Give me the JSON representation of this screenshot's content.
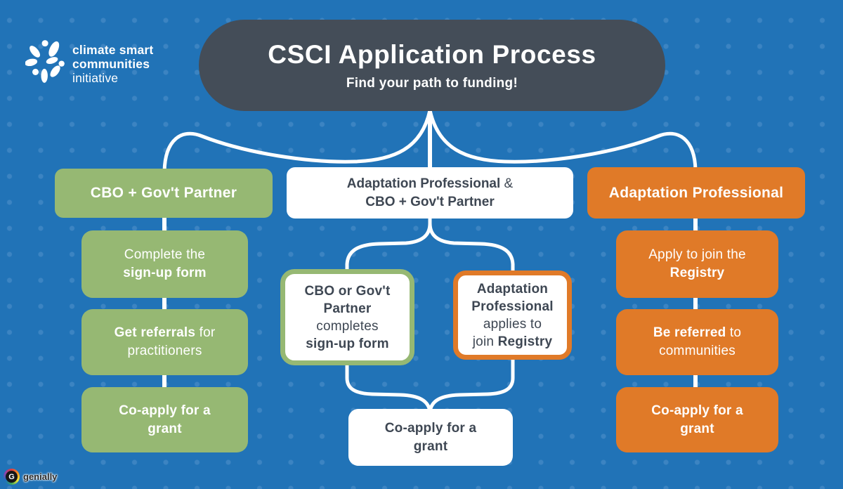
{
  "colors": {
    "background": "#2173b7",
    "dot": "#3c84c2",
    "title_bg": "#444d58",
    "green": "#96b873",
    "orange": "#e07a28",
    "white": "#ffffff",
    "dark_text": "#3e4753",
    "line": "#ffffff"
  },
  "logo": {
    "line1": "climate smart",
    "line2": "communities",
    "line3": "initiative"
  },
  "title_banner": {
    "title": "CSCI Application Process",
    "subtitle": "Find your path to funding!"
  },
  "left_column": {
    "header": "CBO + Gov't Partner",
    "step1": {
      "line1": "Complete the",
      "line2": "sign-up form"
    },
    "step2": {
      "line1_bold": "Get referrals",
      "line1_rest": " for",
      "line2": "practitioners"
    },
    "step3": {
      "line1": "Co-apply for a",
      "line2": "grant"
    }
  },
  "middle_column": {
    "header": {
      "line1": "Adaptation Professional",
      "line1_amp": " &",
      "line2": "CBO + Gov't Partner"
    },
    "green_branch": {
      "line1": "CBO or Gov't",
      "line2": "Partner",
      "line3": "completes",
      "line4": "sign-up form"
    },
    "orange_branch": {
      "line1": "Adaptation",
      "line2": "Professional",
      "line3": "applies to",
      "line4": "join ",
      "line4_bold": "Registry"
    },
    "final_step": {
      "line1": "Co-apply for a",
      "line2": "grant"
    }
  },
  "right_column": {
    "header": "Adaptation Professional",
    "step1": {
      "line1": "Apply to join the",
      "line2": "Registry"
    },
    "step2": {
      "line1_bold": "Be referred",
      "line1_rest": " to",
      "line2": "communities"
    },
    "step3": {
      "line1": "Co-apply for a",
      "line2": "grant"
    }
  },
  "watermark": {
    "label": "genially"
  }
}
